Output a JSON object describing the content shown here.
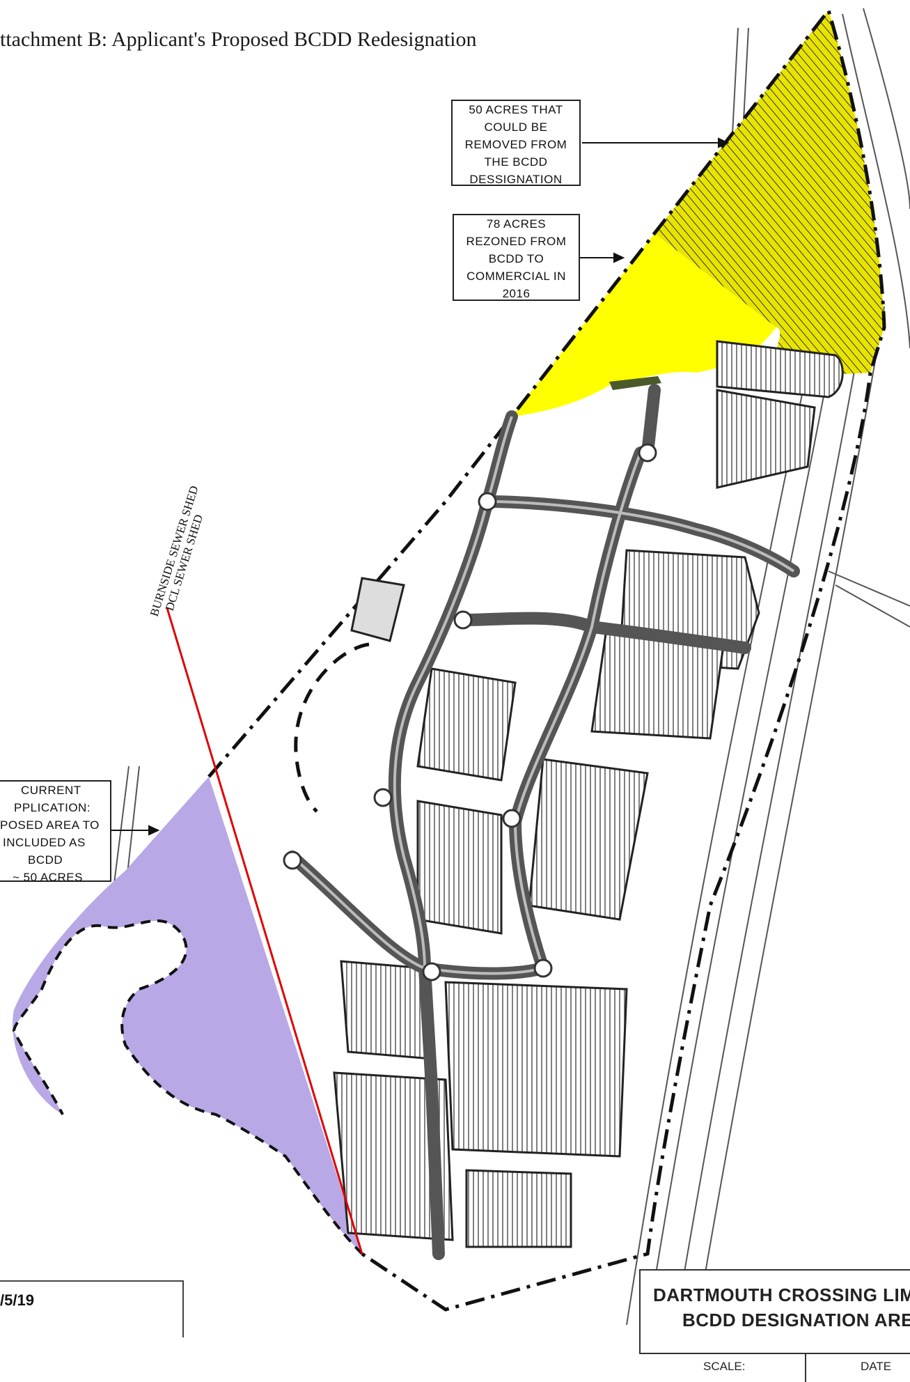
{
  "title": "ttachment B: Applicant's Proposed BCDD Redesignation",
  "callouts": {
    "removable": [
      "50 ACRES THAT",
      "COULD BE",
      "REMOVED FROM",
      "THE BCDD",
      "DESSIGNATION"
    ],
    "rezoned": [
      "78 ACRES",
      "REZONED FROM",
      "BCDD TO",
      "COMMERCIAL IN",
      "2016"
    ],
    "current": [
      "CURRENT",
      "PPLICATION:",
      "POSED AREA TO",
      "INCLUDED AS",
      "BCDD",
      "~ 50 ACRES"
    ]
  },
  "sewer_labels": {
    "dcl": "DCL SEWER SHED",
    "burnside": "BURNSIDE SEWER SHED"
  },
  "title_block": {
    "line1": "DARTMOUTH CROSSING LIM",
    "line2": "BCDD DESIGNATION ARE",
    "scale_label": "SCALE:",
    "date_label": "DATE"
  },
  "corner_date": "/5/19",
  "colors": {
    "yellow_area": "#ffff00",
    "purple_area": "#b9a8e6",
    "sewer_line": "#e00000",
    "road": "#666666",
    "boundary": "#111111"
  }
}
